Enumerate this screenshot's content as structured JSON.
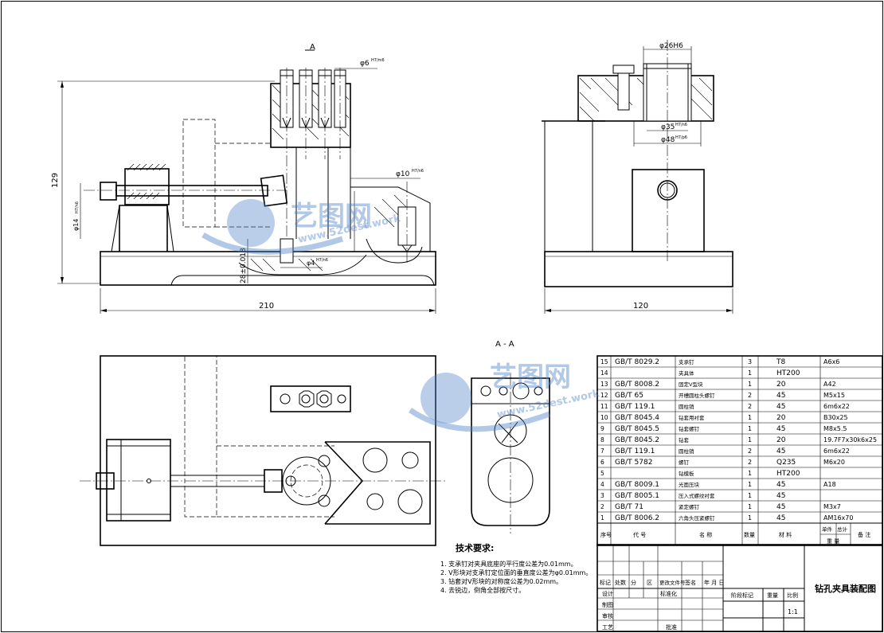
{
  "views": {
    "section_a_label": "A",
    "section_aa_label": "A - A"
  },
  "dimensions": {
    "d6": "φ6",
    "d6_fit": "H7/m6",
    "d10": "φ10",
    "d10_fit": "H7/n6",
    "d14": "φ14",
    "d14_fit": "H7/n6",
    "d4": "φ4",
    "d4_fit": "H7/n6",
    "height_129": "129",
    "height_28": "28±0.018",
    "width_210": "210",
    "width_120": "120",
    "d26": "φ26H6",
    "d35": "φ35",
    "d35_fit": "H7/n6",
    "d48": "φ48",
    "d48_fit": "H7/p6"
  },
  "tech_requirements": {
    "title": "技术要求:",
    "items": [
      "1. 支承钉对夹具底座的平行度公差为0.01mm。",
      "2. V形块对支承钉定位面的垂直度公差为φ0.01mm。",
      "3. 钻套对V形块的对称度公差为0.02mm。",
      "4. 去锐边，倒角全部按尺寸。"
    ]
  },
  "bom": {
    "rows": [
      {
        "no": "15",
        "code": "GB/T 8029.2",
        "name": "支承钉",
        "qty": "3",
        "mat": "T8",
        "note": "A6x6"
      },
      {
        "no": "14",
        "code": "",
        "name": "夹具体",
        "qty": "1",
        "mat": "HT200",
        "note": ""
      },
      {
        "no": "13",
        "code": "GB/T 8008.2",
        "name": "固定V型块",
        "qty": "1",
        "mat": "20",
        "note": "A42"
      },
      {
        "no": "12",
        "code": "GB/T 65",
        "name": "开槽圆柱头螺钉",
        "qty": "2",
        "mat": "45",
        "note": "M5x15"
      },
      {
        "no": "11",
        "code": "GB/T 119.1",
        "name": "圆柱销",
        "qty": "2",
        "mat": "45",
        "note": "6m6x22"
      },
      {
        "no": "10",
        "code": "GB/T 8045.4",
        "name": "钻套用衬套",
        "qty": "1",
        "mat": "20",
        "note": "B30x25"
      },
      {
        "no": "9",
        "code": "GB/T 8045.5",
        "name": "钻套螺钉",
        "qty": "1",
        "mat": "45",
        "note": "M8x5.5"
      },
      {
        "no": "8",
        "code": "GB/T 8045.2",
        "name": "钻套",
        "qty": "1",
        "mat": "20",
        "note": "19.7F7x30k6x25"
      },
      {
        "no": "7",
        "code": "GB/T 119.1",
        "name": "圆柱销",
        "qty": "2",
        "mat": "45",
        "note": "6m6x22"
      },
      {
        "no": "6",
        "code": "GB/T 5782",
        "name": "螺钉",
        "qty": "2",
        "mat": "Q235",
        "note": "M6x20"
      },
      {
        "no": "5",
        "code": "",
        "name": "钻模板",
        "qty": "1",
        "mat": "HT200",
        "note": ""
      },
      {
        "no": "4",
        "code": "GB/T 8009.1",
        "name": "光面压块",
        "qty": "1",
        "mat": "45",
        "note": "A18"
      },
      {
        "no": "3",
        "code": "GB/T 8005.1",
        "name": "压入式螺纹衬套",
        "qty": "1",
        "mat": "45",
        "note": ""
      },
      {
        "no": "2",
        "code": "GB/T 71",
        "name": "紧定螺钉",
        "qty": "1",
        "mat": "45",
        "note": "M3x7"
      },
      {
        "no": "1",
        "code": "GB/T 8006.2",
        "name": "六角头压紧螺钉",
        "qty": "1",
        "mat": "45",
        "note": "AM16x70"
      }
    ],
    "header": {
      "no": "序号",
      "code": "代 号",
      "name": "名 称",
      "qty": "数量",
      "mat": "材 料",
      "unit_weight": "单件",
      "total_weight": "总计",
      "weight": "重 量",
      "note": "备 注"
    }
  },
  "title_block": {
    "row_labels": [
      "标记",
      "处数",
      "分",
      "区",
      "更改文件号",
      "签名",
      "年 月 日"
    ],
    "design": "设计",
    "standardize": "标准化",
    "draw": "制图",
    "review": "审核",
    "process": "工艺",
    "approve": "批准",
    "stage_mark": "阶段标记",
    "weight": "重量",
    "scale": "比例",
    "scale_value": "1:1",
    "drawing_title": "钻孔夹具装配图"
  },
  "watermark": {
    "brand": "艺图网",
    "url": "www.52dest.work",
    "color": "#4a7fc8"
  }
}
